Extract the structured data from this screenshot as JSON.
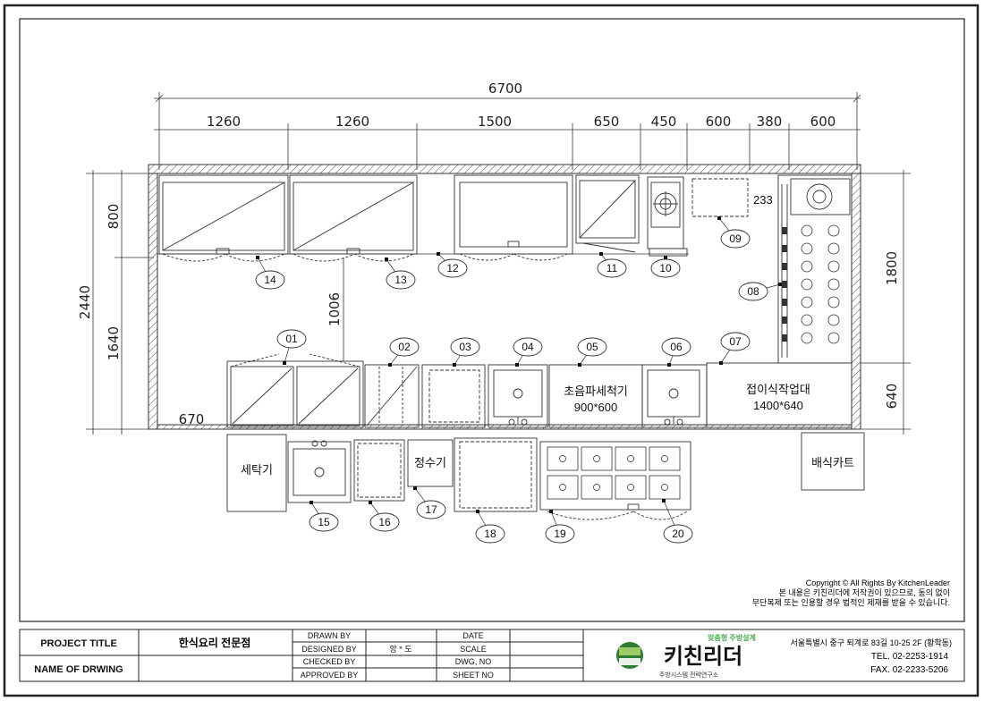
{
  "drawing": {
    "total_width": "6700",
    "top_dimensions": [
      "1260",
      "1260",
      "1500",
      "650",
      "450",
      "600",
      "380",
      "600"
    ],
    "left_dim_total": "2440",
    "left_dim_upper": "800",
    "left_dim_lower": "1640",
    "right_dim_upper": "1800",
    "right_dim_lower": "640",
    "dim_1006": "1006",
    "dim_670": "670",
    "dim_233": "233",
    "equipment_numbers": [
      "01",
      "02",
      "03",
      "04",
      "05",
      "06",
      "07",
      "08",
      "09",
      "10",
      "11",
      "12",
      "13",
      "14",
      "15",
      "16",
      "17",
      "18",
      "19",
      "20"
    ],
    "labels": {
      "ultrasonic": "초음파세척기",
      "ultrasonic_size": "900*600",
      "plating_table": "접이식작업대",
      "plating_size": "1400*640",
      "washer": "세탁기",
      "water_purifier": "정수기",
      "serving_cart": "배식카트"
    }
  },
  "copyright": {
    "line1": "Copyright © All Rights By KitchenLeader",
    "line2": "본 내용은 키친리더에 저작권이 있으므로, 동의 없이",
    "line3": "무단복제 또는 인용할 경우 법적인 제재를 받을 수 있습니다."
  },
  "title_block": {
    "project_title_label": "PROJECT TITLE",
    "project_title_value": "한식요리 전문점",
    "drawing_name_label": "NAME OF DRWING",
    "drawn_by": "DRAWN BY",
    "designed_by": "DESIGNED BY",
    "designed_by_value": "앙 * 도",
    "checked_by": "CHECKED BY",
    "approved_by": "APPROVED BY",
    "date": "DATE",
    "scale": "SCALE",
    "dwg_no": "DWG, NO",
    "sheet_no": "SHEET NO",
    "logo_tagline": "맞춤형 주방설계",
    "logo_name": "키친리더",
    "logo_sub": "주방시스템 전략연구소",
    "address": "서울특별시 중구 퇴계로 83길 10-25 2F (황학동)",
    "tel": "TEL. 02-2253-1914",
    "fax": "FAX. 02-2233-5206"
  }
}
